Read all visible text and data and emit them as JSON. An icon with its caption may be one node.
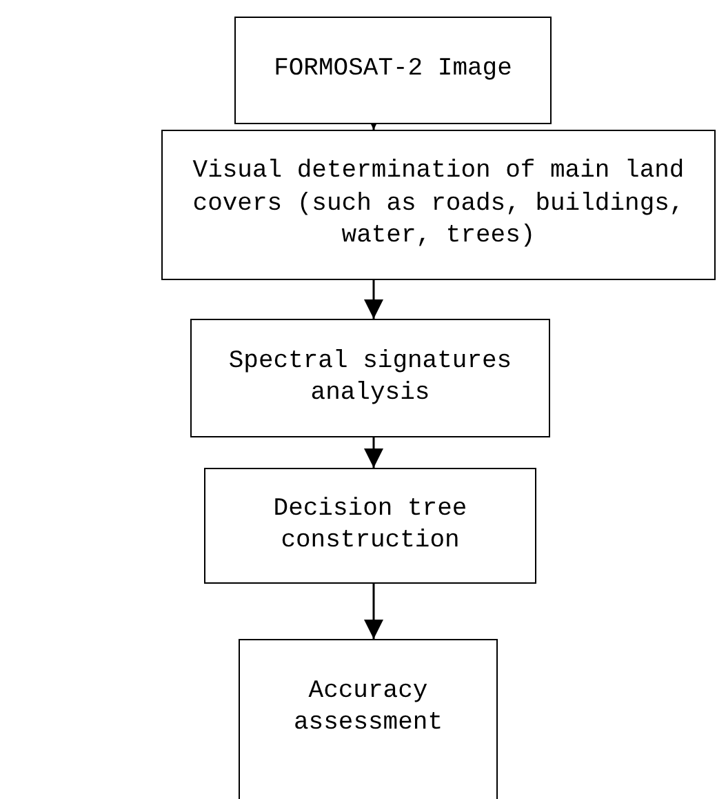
{
  "diagram": {
    "nodes": [
      {
        "text": [
          "FORMOSAT-2 Image"
        ]
      },
      {
        "text": [
          "Visual determination of main land covers (such as roads, buildings, water, trees)"
        ]
      },
      {
        "text": [
          "Spectral signatures analysis"
        ]
      },
      {
        "text": [
          "Decision tree construction"
        ]
      },
      {
        "text": [
          "Accuracy assessment"
        ]
      }
    ],
    "edges": [
      {
        "from": 0,
        "to": 1,
        "arrow": "to"
      },
      {
        "from": 1,
        "to": 2,
        "arrow": "to"
      },
      {
        "from": 2,
        "to": 3,
        "arrow": "to"
      },
      {
        "from": 3,
        "to": 4,
        "arrow": "to"
      }
    ]
  }
}
